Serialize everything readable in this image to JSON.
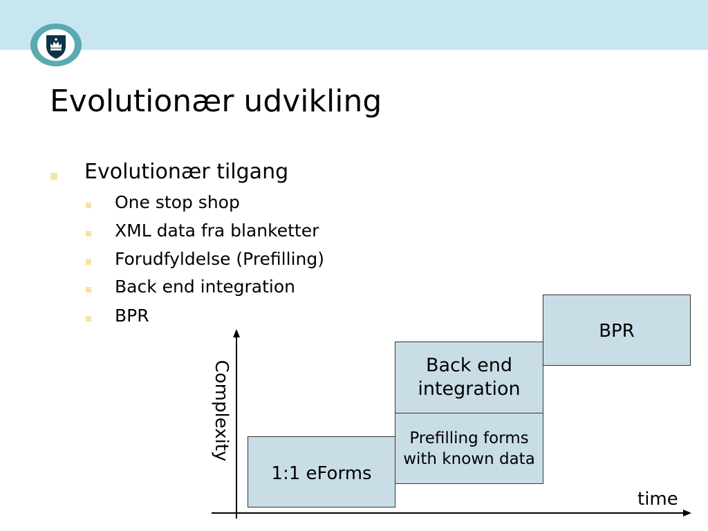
{
  "slide": {
    "title": "Evolutionær udvikling",
    "bullets": [
      {
        "level": 1,
        "text": "Evolutionær tilgang"
      },
      {
        "level": 2,
        "text": "One stop shop"
      },
      {
        "level": 2,
        "text": "XML data fra blanketter"
      },
      {
        "level": 2,
        "text": "Forudfyldelse (Prefilling)"
      },
      {
        "level": 2,
        "text": "Back end integration"
      },
      {
        "level": 2,
        "text": "BPR"
      }
    ]
  },
  "diagram": {
    "y_axis_label": "Complexity",
    "x_axis_label": "time",
    "stages": [
      {
        "lines": [
          "1:1 eForms"
        ]
      },
      {
        "lines": [
          "Prefilling forms",
          "with known data"
        ]
      },
      {
        "lines": [
          "Back end",
          "integration"
        ]
      },
      {
        "lines": [
          "BPR"
        ]
      }
    ]
  },
  "colors": {
    "header_band": "#c8e6f0",
    "bullet_marker": "#f4e4a0",
    "stage_fill": "#c9dde7",
    "logo_outer": "#5aaab0",
    "logo_shield": "#0d3447"
  },
  "icons": {
    "logo": "crown-shield-icon"
  }
}
